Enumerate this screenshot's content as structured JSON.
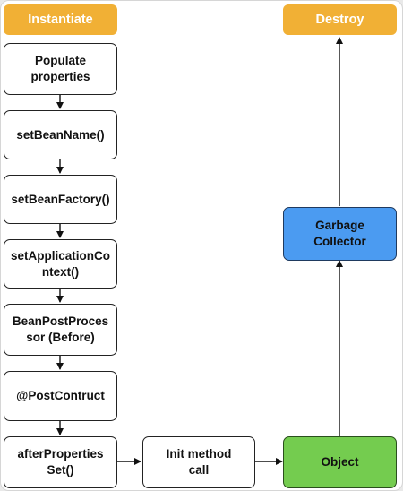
{
  "diagram": {
    "start": {
      "label": "Instantiate"
    },
    "end": {
      "label": "Destroy"
    },
    "steps": [
      {
        "label": "Populate\nproperties"
      },
      {
        "label": "setBeanName()"
      },
      {
        "label": "setBeanFactory()"
      },
      {
        "label": "setApplicationCo\nntext()"
      },
      {
        "label": "BeanPostProces\nsor (Before)"
      },
      {
        "label": "@PostContruct"
      },
      {
        "label": "afterProperties\nSet()"
      }
    ],
    "init": {
      "label": "Init method\ncall"
    },
    "object": {
      "label": "Object"
    },
    "gc": {
      "label": "Garbage\nCollector"
    },
    "colors": {
      "terminal": "#f1b035",
      "gc": "#4b9bf1",
      "object": "#74cc4f"
    }
  }
}
